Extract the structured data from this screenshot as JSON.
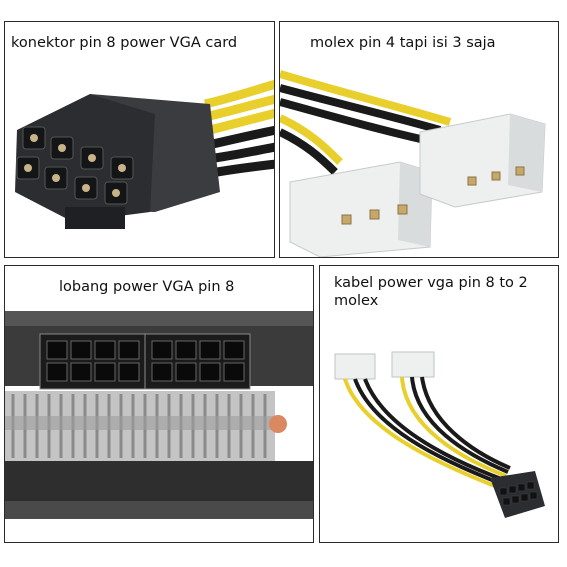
{
  "panels": [
    {
      "caption": "konektor pin 8 power VGA card"
    },
    {
      "caption": "molex pin 4 tapi isi 3 saja"
    },
    {
      "caption": "lobang power VGA pin 8"
    },
    {
      "caption": "kabel power vga pin 8 to 2 molex"
    }
  ],
  "colors": {
    "wire_yellow": "#e8cf2c",
    "wire_black": "#1a1a1a",
    "connector_black": "#2b2d30",
    "molex_white": "#eef0f0",
    "heatsink_silver": "#b9b9b9"
  }
}
